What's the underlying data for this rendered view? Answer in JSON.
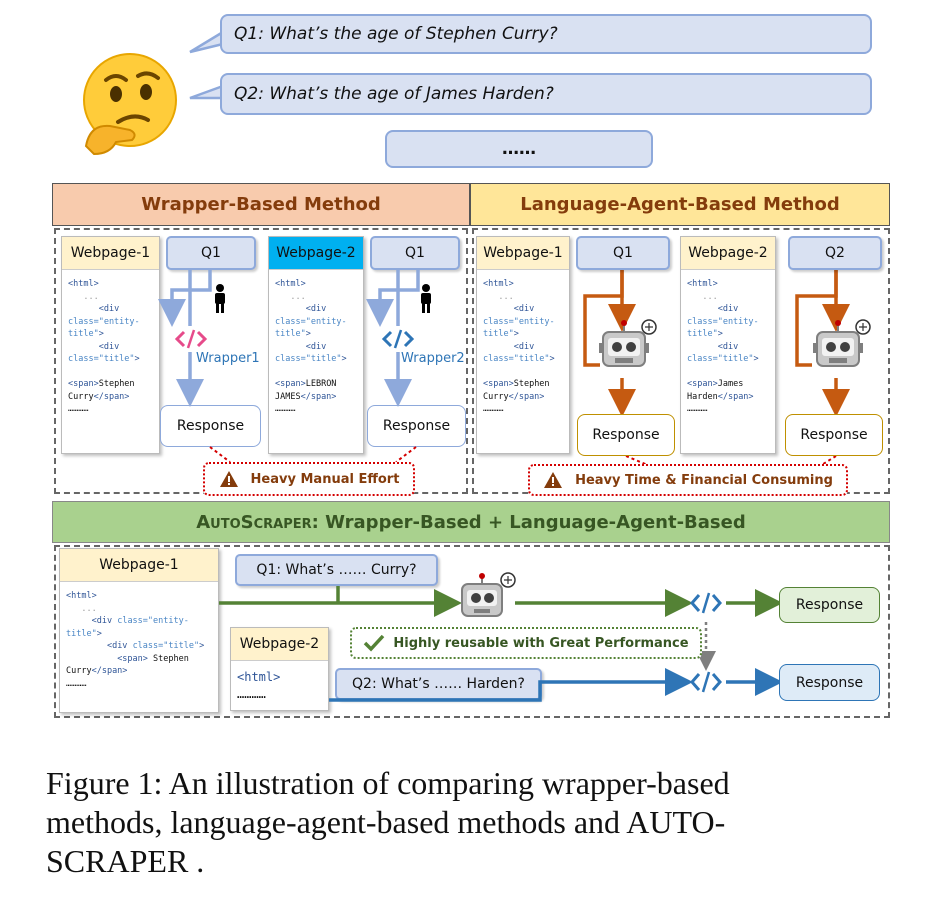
{
  "questions": {
    "q1": "Q1: What’s the age of Stephen Curry?",
    "q2": "Q2: What’s the age of James Harden?",
    "more": "……"
  },
  "wrapper_section": {
    "title": "Wrapper-Based Method",
    "page1_title": "Webpage-1",
    "page2_title": "Webpage-2",
    "q1_label": "Q1",
    "q1b_label": "Q1",
    "wrapper1": "Wrapper1",
    "wrapper2": "Wrapper2",
    "response1": "Response",
    "response2": "Response",
    "warning": "Heavy Manual Effort"
  },
  "agent_section": {
    "title": "Language-Agent-Based Method",
    "page1_title": "Webpage-1",
    "page2_title": "Webpage-2",
    "q1_label": "Q1",
    "q2_label": "Q2",
    "response1": "Response",
    "response2": "Response",
    "warning": "Heavy Time & Financial Consuming"
  },
  "auto_section": {
    "title_small_caps": "AutoScraper",
    "title_rest": ": Wrapper-Based + Language-Agent-Based",
    "page1_title": "Webpage-1",
    "page2_title": "Webpage-2",
    "q1": "Q1: What’s …… Curry?",
    "q2": "Q2: What’s …… Harden?",
    "response1": "Response",
    "response2": "Response",
    "reusable": "Highly reusable with Great Performance"
  },
  "code": {
    "curry": [
      "<html>",
      "   ...",
      "      <div",
      "class=\"entity-",
      "title\">",
      "      <div",
      "class=\"title\">",
      "",
      "<span>Stephen",
      "Curry</span>",
      "…………"
    ],
    "lebron": [
      "<html>",
      "   ...",
      "      <div",
      "class=\"entity-",
      "title\">",
      "      <div",
      "class=\"title\">",
      "",
      "<span>LEBRON",
      "JAMES</span>",
      "…………"
    ],
    "harden": [
      "<html>",
      "   ...",
      "      <div",
      "class=\"entity-",
      "title\">",
      "      <div",
      "class=\"title\">",
      "",
      "<span>James",
      "Harden</span>",
      "…………"
    ],
    "auto1": [
      "<html>",
      "   ...",
      "     <div class=\"entity-",
      "title\">",
      "        <div class=\"title\">",
      "          <span> Stephen",
      "Curry</span>",
      "…………"
    ],
    "auto2": [
      "<html>",
      "…………"
    ]
  },
  "caption": {
    "line1": "Figure 1: An illustration of comparing wrapper-based",
    "line2": "methods, language-agent-based methods and AUTO-",
    "line3": "SCRAPER ."
  },
  "colors": {
    "wrapper_head": "#f4b183",
    "agent_head": "#ffe699",
    "auto_head": "#a9d18e",
    "page2_blue": "#00b0f0",
    "green_arrow": "#548235",
    "blue_arrow": "#2e75b6",
    "orange_arrow": "#c55a11"
  }
}
